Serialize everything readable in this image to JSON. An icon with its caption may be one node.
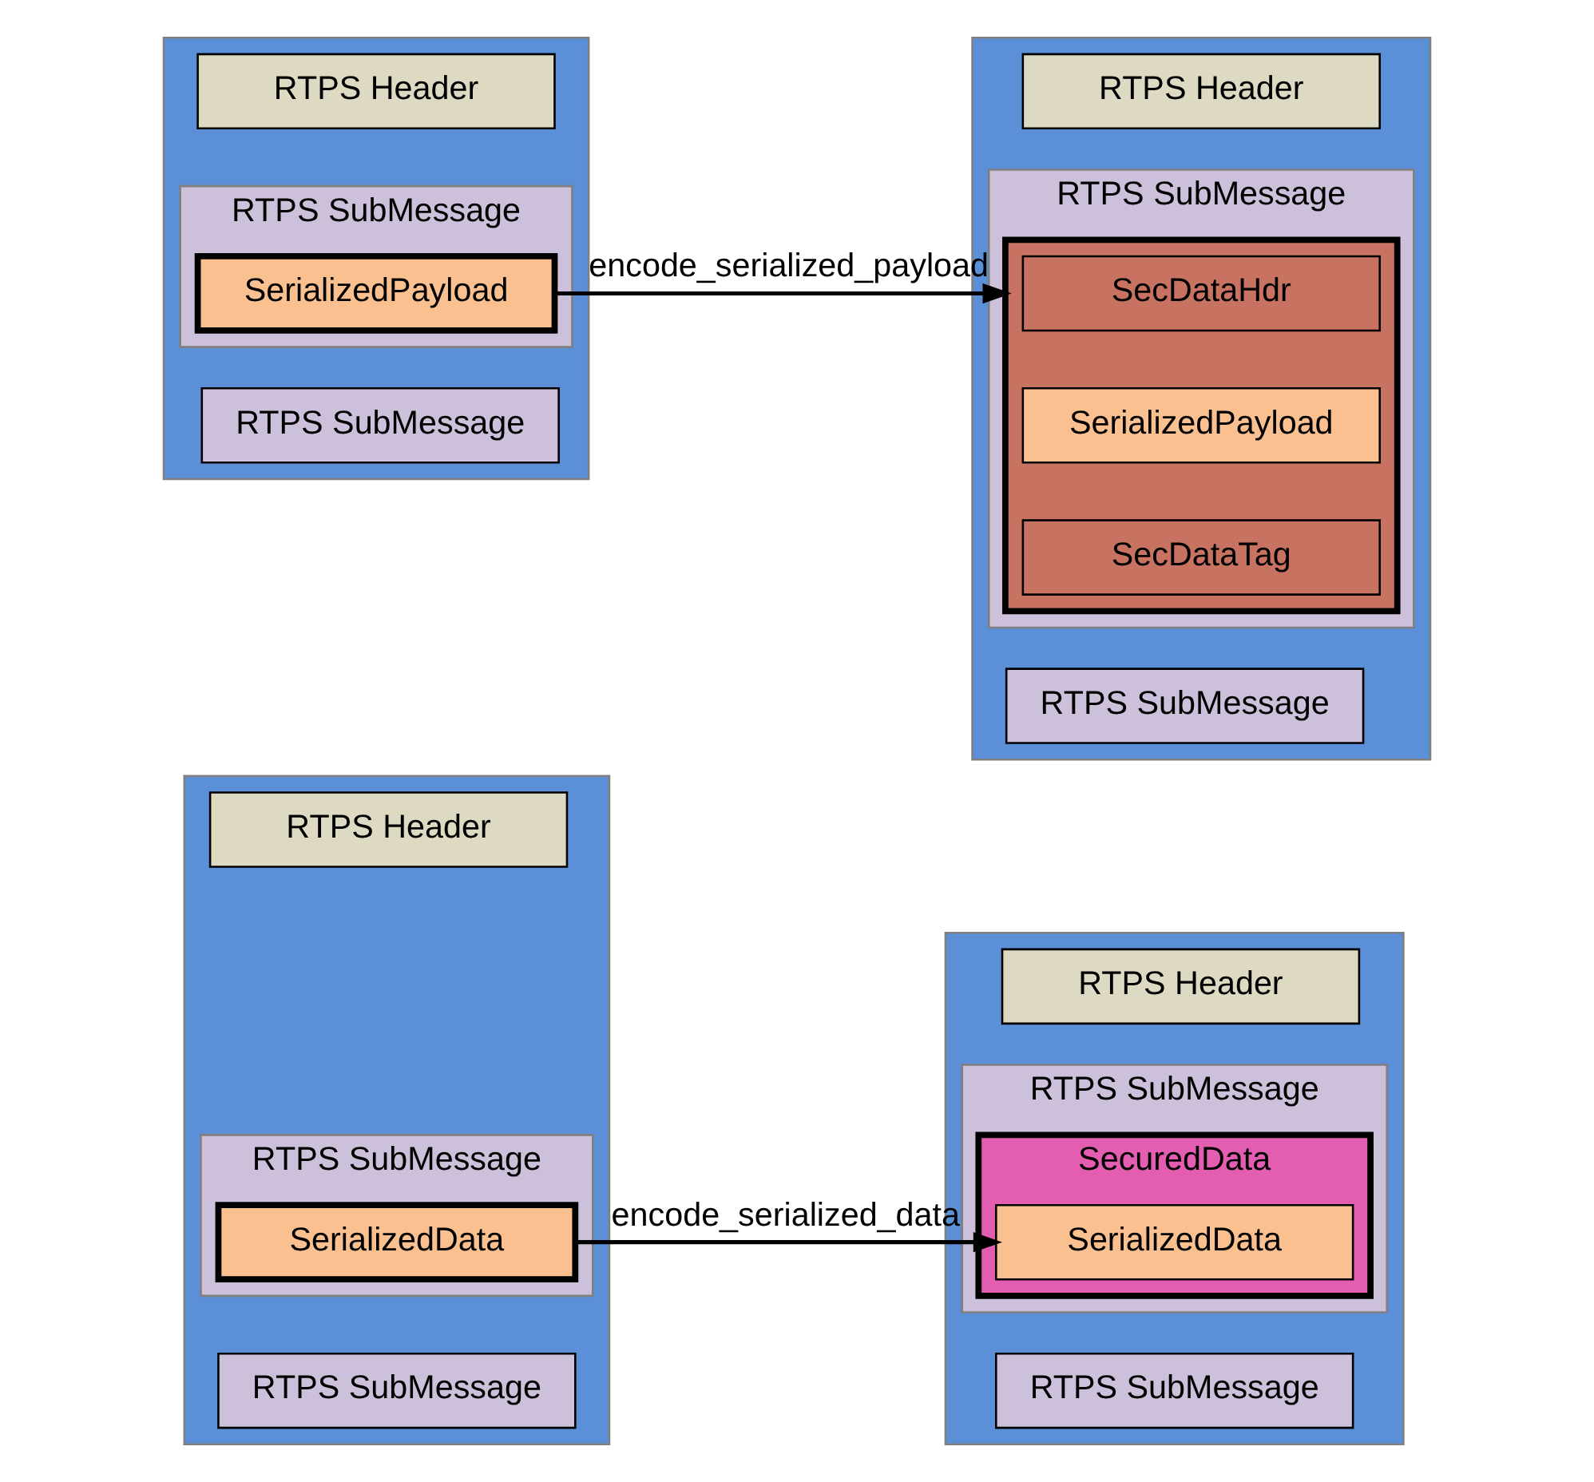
{
  "diagram": {
    "nodes": [
      {
        "text": [],
        "shape": "box"
      },
      {
        "text": [
          "RTPS Header"
        ],
        "in": 0
      },
      {
        "text": [
          "RTPS SubMessage"
        ],
        "in": 0
      },
      {
        "text": [
          "SerializedPayload"
        ],
        "in": 2
      },
      {
        "text": [
          "RTPS SubMessage"
        ],
        "in": 0
      },
      {
        "text": [],
        "shape": "box"
      },
      {
        "text": [
          "RTPS Header"
        ],
        "in": 5
      },
      {
        "text": [
          "RTPS SubMessage"
        ],
        "in": 5
      },
      {
        "text": [],
        "shape": "box",
        "in": 7
      },
      {
        "text": [
          "SecDataHdr"
        ],
        "in": 8
      },
      {
        "text": [
          "SerializedPayload"
        ],
        "in": 8
      },
      {
        "text": [
          "SecDataTag"
        ],
        "in": 8
      },
      {
        "text": [
          "RTPS SubMessage"
        ],
        "in": 5
      },
      {
        "text": [],
        "shape": "box"
      },
      {
        "text": [
          "RTPS Header"
        ],
        "in": 13
      },
      {
        "text": [
          "RTPS SubMessage"
        ],
        "in": 13
      },
      {
        "text": [
          "SerializedData"
        ],
        "in": 15
      },
      {
        "text": [
          "RTPS SubMessage"
        ],
        "in": 13
      },
      {
        "text": [],
        "shape": "box"
      },
      {
        "text": [
          "RTPS Header"
        ],
        "in": 18
      },
      {
        "text": [
          "RTPS SubMessage"
        ],
        "in": 18
      },
      {
        "text": [
          "SecuredData"
        ],
        "in": 20
      },
      {
        "text": [
          "SerializedData"
        ],
        "in": 21
      },
      {
        "text": [
          "RTPS SubMessage"
        ],
        "in": 18
      }
    ],
    "edges": [
      {
        "from": 3,
        "to": 8,
        "arrow": "to",
        "label": "encode_serialized_payload"
      },
      {
        "from": 16,
        "to": 22,
        "arrow": "to",
        "label": "encode_serialized_data"
      }
    ]
  }
}
